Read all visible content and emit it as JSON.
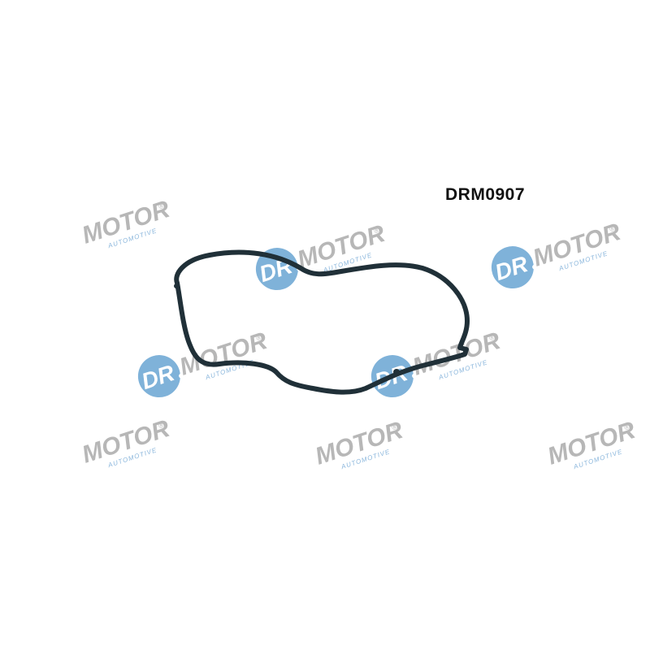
{
  "product": {
    "part_number": "DRM0907",
    "subject": "gasket"
  },
  "watermark": {
    "brand_left": "DR",
    "brand_right": "MOTOR",
    "tagline": "AUTOMOTIVE",
    "registered": "®",
    "colors": {
      "circle": "#7fb2d9",
      "text": "#b7b7b7",
      "tagline": "#8ab6dc"
    }
  },
  "colors": {
    "background": "#ffffff",
    "gasket": "#203038"
  }
}
